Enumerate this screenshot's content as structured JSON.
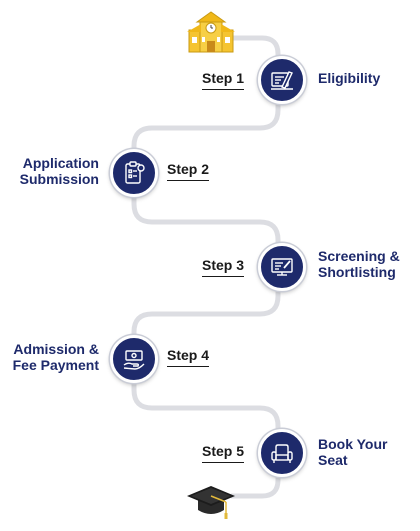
{
  "steps": [
    {
      "label": "Step 1",
      "title_lines": [
        "Eligibility"
      ],
      "icon": "certificate-icon"
    },
    {
      "label": "Step 2",
      "title_lines": [
        "Application",
        "Submission"
      ],
      "icon": "checklist-icon"
    },
    {
      "label": "Step 3",
      "title_lines": [
        "Screening &",
        "Shortlisting"
      ],
      "icon": "monitor-icon"
    },
    {
      "label": "Step 4",
      "title_lines": [
        "Admission &",
        "Fee Payment"
      ],
      "icon": "payment-hand-icon"
    },
    {
      "label": "Step 5",
      "title_lines": [
        "Book Your",
        "Seat"
      ],
      "icon": "armchair-icon"
    }
  ],
  "colors": {
    "primary": "#1e2a6b",
    "path": "#dcdde2",
    "school": "#f5c430",
    "cap": "#1c1c1c"
  }
}
